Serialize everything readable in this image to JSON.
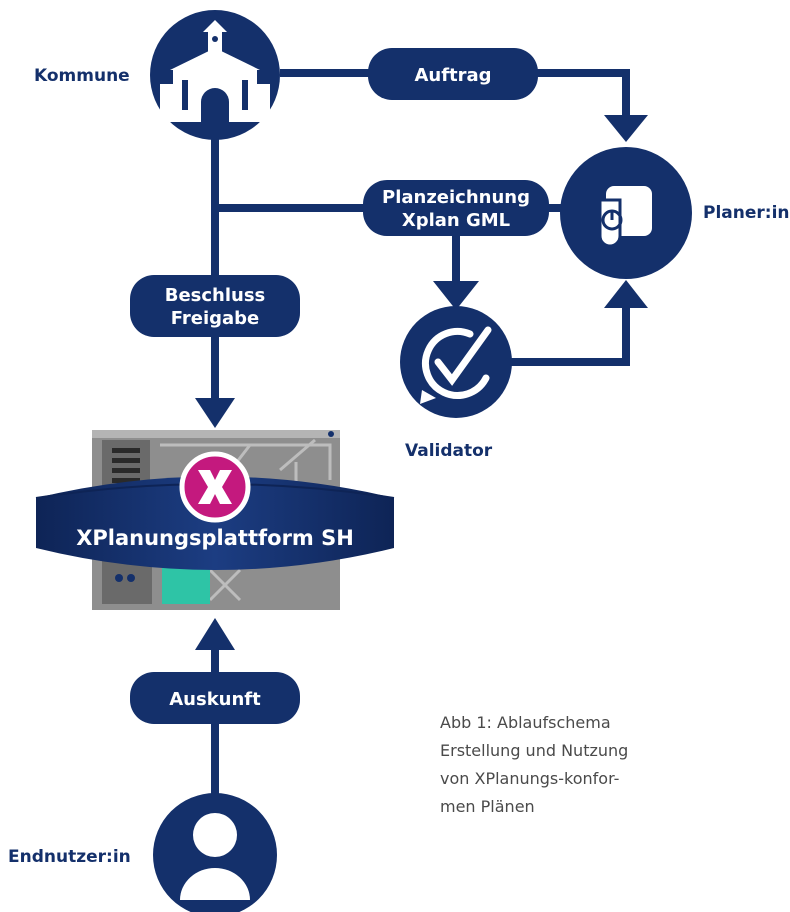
{
  "colors": {
    "navy": "#14306b",
    "magenta": "#c4197e",
    "teal": "#2ec4a6",
    "panel_gray": "#8e8e8e",
    "panel_dark": "#3b3b3b"
  },
  "actors": {
    "kommune": "Kommune",
    "planer": "Planer:in",
    "validator": "Validator",
    "endnutzer": "Endnutzer:in"
  },
  "pills": {
    "auftrag": "Auftrag",
    "planzeichnung": [
      "Planzeichnung",
      "Xplan GML"
    ],
    "beschluss": [
      "Beschluss",
      "Freigabe"
    ],
    "auskunft": "Auskunft"
  },
  "platform": {
    "title": "XPlanungsplattform SH"
  },
  "caption": {
    "lines": [
      "Abb 1: Ablaufschema",
      "Erstellung und Nutzung",
      "von XPlanungs-konfor-",
      "men Plänen"
    ]
  },
  "icons": {
    "kommune": "town-hall-icon",
    "planer": "plan-document-icon",
    "validator": "check-cycle-icon",
    "endnutzer": "user-icon",
    "platform": "x-logo-icon"
  }
}
